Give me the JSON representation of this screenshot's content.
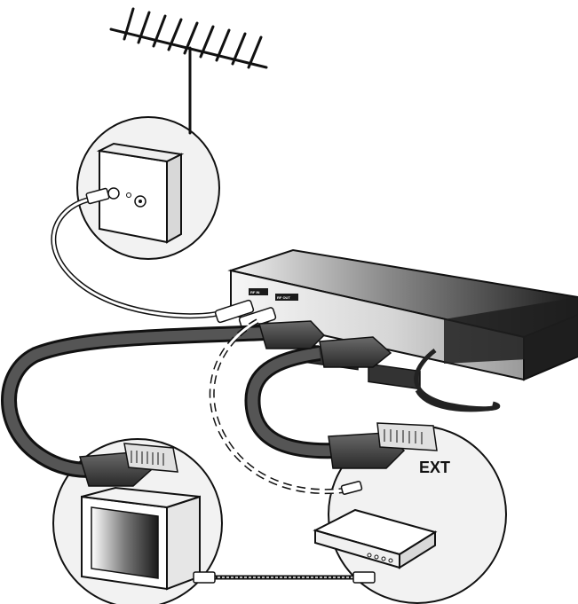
{
  "labels": {
    "rf_in": "RF IN",
    "rf_out": "RF OUT",
    "ext": "EXT"
  },
  "icons": [
    "antenna-icon",
    "wall-socket-icon",
    "set-top-box-icon",
    "scart-connector-icon",
    "tv-icon",
    "vcr-icon"
  ],
  "colors": {
    "box_top_light": "#e8e8e8",
    "box_dark": "#1e1e1e",
    "cable_gray": "#555555",
    "cable_dark": "#2a2a2a",
    "line": "#111111"
  }
}
